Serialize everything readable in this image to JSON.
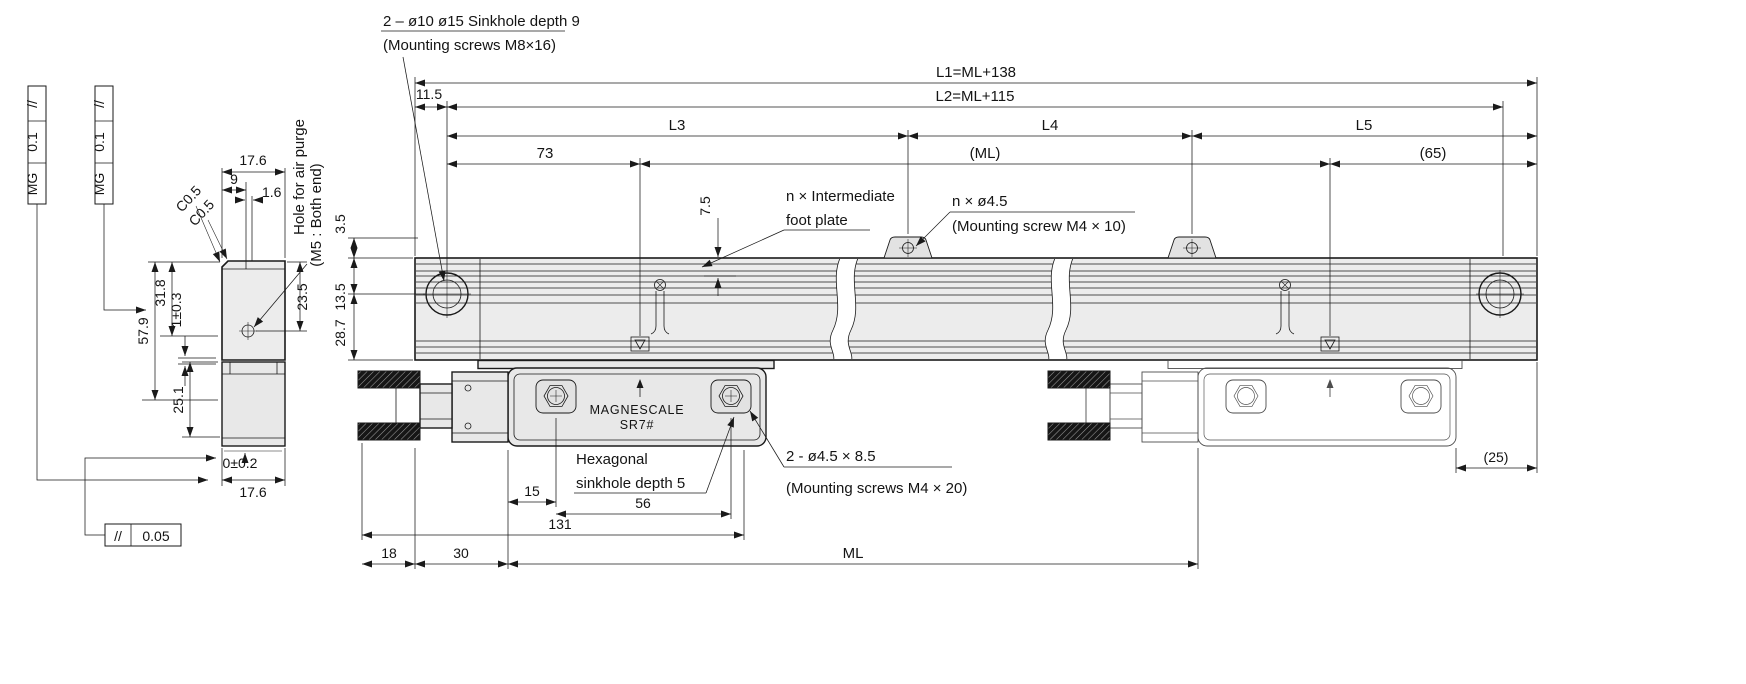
{
  "meta": {
    "drawing_title": "Magnescale SR7# linear scale outline drawing",
    "colors": {
      "line": "#1a1a1a",
      "body_fill": "#ececec",
      "ghost_line": "#4d4d4d",
      "background": "#ffffff"
    }
  },
  "callouts": {
    "sinkhole": {
      "line1": "2 – ø10 ø15 Sinkhole depth 9",
      "line2": "(Mounting screws M8×16)"
    },
    "air_purge": {
      "line1": "Hole for air purge",
      "line2": "(M5 : Both end)"
    },
    "foot_plate": {
      "line1": "n × Intermediate",
      "line2": "foot plate"
    },
    "foot_screw": {
      "line1": "n × ø4.5",
      "line2": "(Mounting screw M4 × 10)"
    },
    "hex_sinkhole": {
      "line1": "Hexagonal",
      "line2": "sinkhole depth 5"
    },
    "slider_screws": {
      "line1": "2 - ø4.5 × 8.5",
      "line2": "(Mounting screws M4 × 20)"
    }
  },
  "brand": {
    "line1": "MAGNESCALE",
    "line2": "SR7#"
  },
  "dims": {
    "top": {
      "L1": "L1=ML+138",
      "L2": "L2=ML+115",
      "L3": "L3",
      "L4": "L4",
      "L5": "L5",
      "off11_5": "11.5",
      "d73": "73",
      "ML_ref": "(ML)",
      "d65": "(65)"
    },
    "height": {
      "d3_5": "3.5",
      "d13_5": "13.5",
      "d28_7": "28.7",
      "d7_5": "7.5"
    },
    "bottom": {
      "d15": "15",
      "d56": "56",
      "d131": "131",
      "d18": "18",
      "d30": "30",
      "ML": "ML",
      "d25": "(25)"
    },
    "section": {
      "w_top": "17.6",
      "d9": "9",
      "d1_6": "1.6",
      "c1": "C0.5",
      "c2": "C0.5",
      "d23_5": "23.5",
      "d31_8": "31.8",
      "d1_03": "1±0.3",
      "d57_9": "57.9",
      "d25_1": "25.1",
      "d0_02": "0±0.2",
      "w_bot": "17.6"
    }
  },
  "gdt": {
    "frame_a": {
      "sym": "//",
      "tol": "0.1",
      "datum": "MG"
    },
    "frame_b": {
      "sym": "//",
      "tol": "0.1",
      "datum": "MG"
    },
    "frame_c": {
      "sym": "//",
      "tol": "0.05"
    }
  }
}
